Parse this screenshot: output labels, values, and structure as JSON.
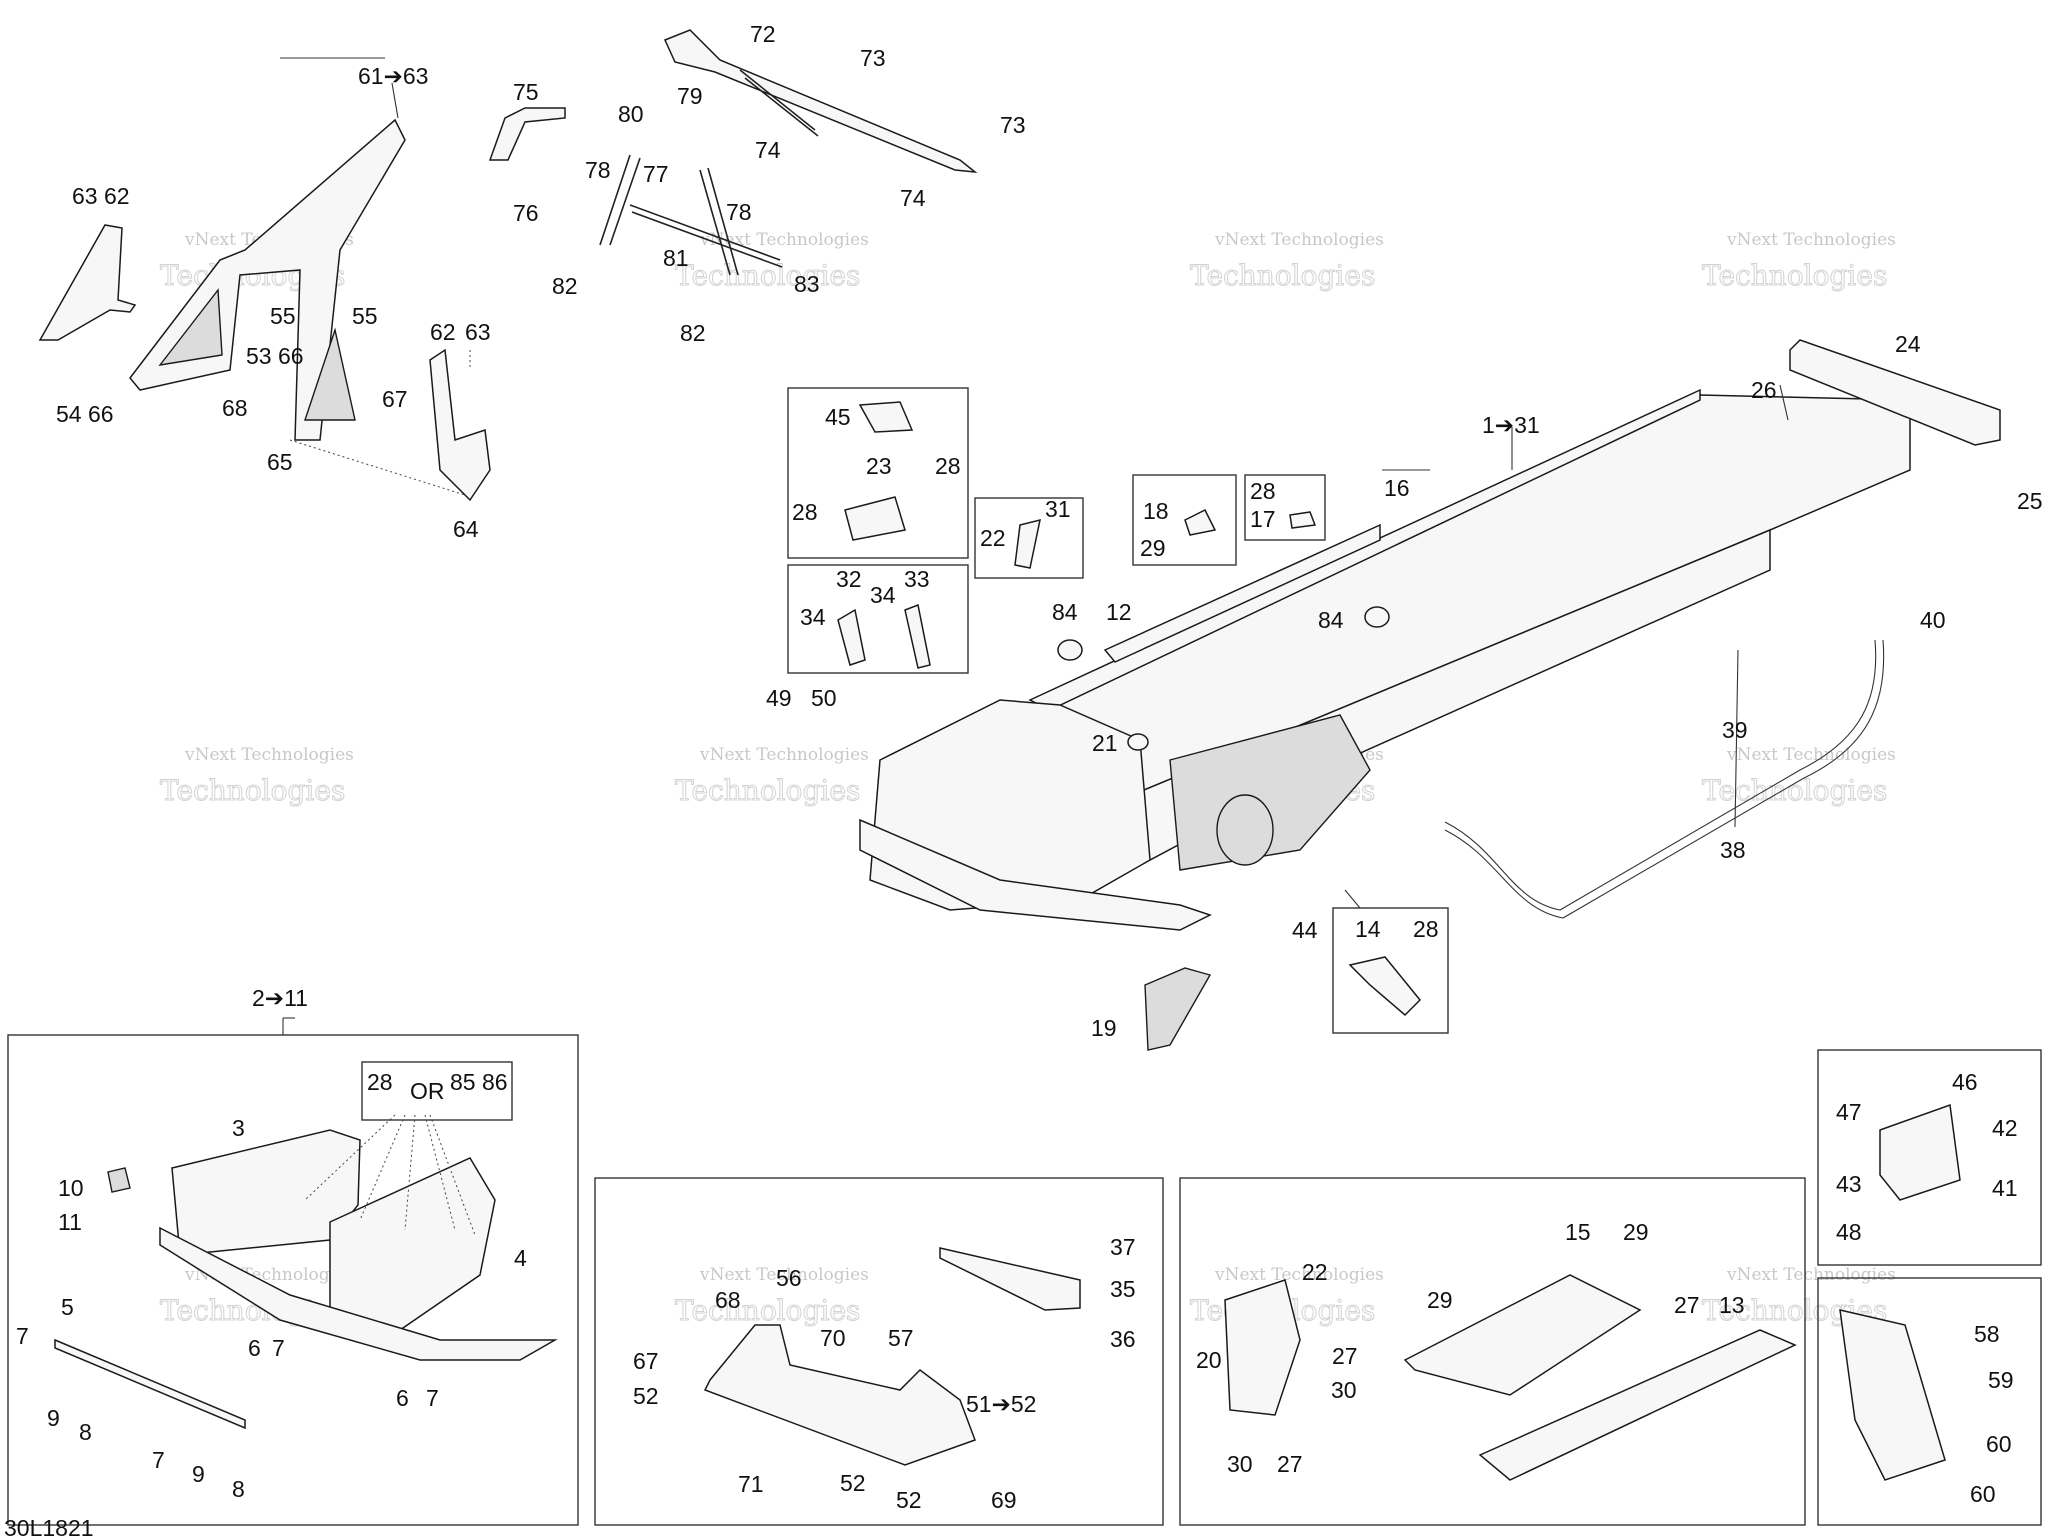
{
  "diagram_code": "30L1821",
  "watermark": {
    "line1": "vNext Technologies",
    "line2": "Technologies"
  },
  "callouts": {
    "c61_63": "61➔63",
    "c63a": "63",
    "c62a": "62",
    "c55a": "55",
    "c55b": "55",
    "c53": "53",
    "c66a": "66",
    "c54": "54",
    "c66b": "66",
    "c68a": "68",
    "c65": "65",
    "c67a": "67",
    "c62b": "62",
    "c63b": "63",
    "c64": "64",
    "c75": "75",
    "c80": "80",
    "c79": "79",
    "c78a": "78",
    "c77": "77",
    "c76": "76",
    "c78b": "78",
    "c81": "81",
    "c82a": "82",
    "c83": "83",
    "c82b": "82",
    "c72": "72",
    "c73a": "73",
    "c73b": "73",
    "c74a": "74",
    "c74b": "74",
    "c45": "45",
    "c23": "23",
    "c28a": "28",
    "c28b": "28",
    "c32": "32",
    "c33": "33",
    "c34a": "34",
    "c34b": "34",
    "c31": "31",
    "c22": "22",
    "c18": "18",
    "c29a": "29",
    "c28c": "28",
    "c17": "17",
    "c1_31": "1➔31",
    "c16": "16",
    "c24": "24",
    "c26": "26",
    "c25": "25",
    "c84a": "84",
    "c12": "12",
    "c84b": "84",
    "c21": "21",
    "c40": "40",
    "c39": "39",
    "c38": "38",
    "c49": "49",
    "c50": "50",
    "c44": "44",
    "c14": "14",
    "c28d": "28",
    "c19": "19",
    "c2_11": "2➔11",
    "c28e": "28",
    "c_or": "OR",
    "c85": "85",
    "c86": "86",
    "c3": "3",
    "c4": "4",
    "c10": "10",
    "c11": "11",
    "c5": "5",
    "c6a": "6",
    "c7a": "7",
    "c6b": "6",
    "c7b": "7",
    "c7c": "7",
    "c9a": "9",
    "c8a": "8",
    "c7d": "7",
    "c9b": "9",
    "c8b": "8",
    "c37": "37",
    "c35": "35",
    "c36": "36",
    "c68b": "68",
    "c56": "56",
    "c70": "70",
    "c57": "57",
    "c67b": "67",
    "c52a": "52",
    "c51_52": "51➔52",
    "c71": "71",
    "c52b": "52",
    "c52c": "52",
    "c69": "69",
    "c15": "15",
    "c29b": "29",
    "c29c": "29",
    "c27a": "27",
    "c13": "13",
    "c22b": "22",
    "c27b": "27",
    "c20": "20",
    "c30a": "30",
    "c30b": "30",
    "c27c": "27",
    "c46": "46",
    "c47": "47",
    "c42": "42",
    "c43": "43",
    "c41": "41",
    "c48": "48",
    "c58": "58",
    "c59": "59",
    "c60a": "60",
    "c60b": "60"
  }
}
